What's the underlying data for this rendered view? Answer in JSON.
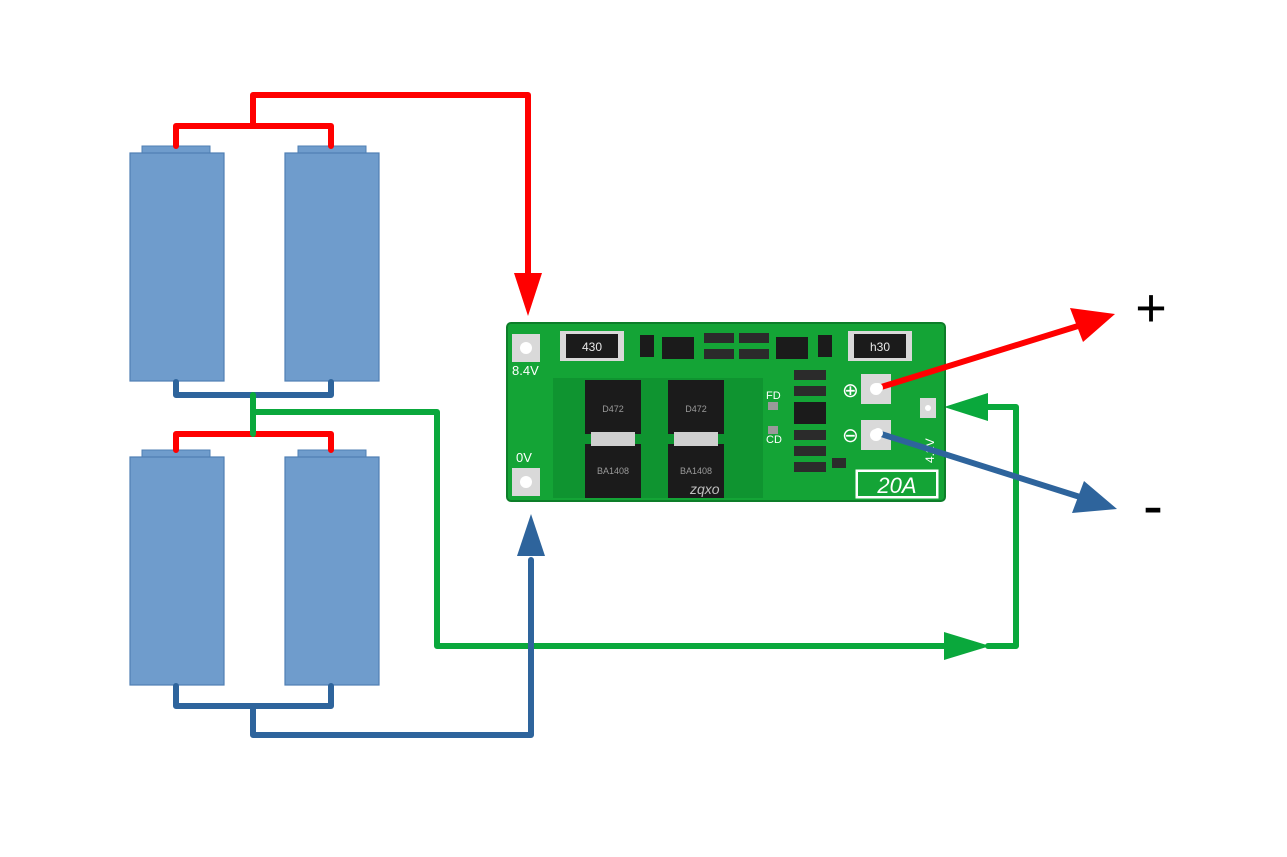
{
  "diagram": {
    "colors": {
      "positive_wire": "#ff0000",
      "negative_wire": "#2e649c",
      "balance_wire": "#0aa83c",
      "battery_fill": "#6f9ccc",
      "battery_border": "#4f7fb3",
      "pcb_green": "#14a436",
      "pcb_dark": "#0d7e29",
      "mosfet_black": "#1b1b1b"
    },
    "terminals": {
      "plus": "+",
      "minus": "-"
    },
    "board": {
      "b_plus_label": "8.4V",
      "b_minus_label": "0V",
      "balance_label": "4.2V",
      "current_rating": "20A",
      "brand_mark": "zqxo",
      "shunt_left_code": "430",
      "shunt_right_code": "h30",
      "fd_label": "FD",
      "cd_label": "CD",
      "mosfet_codes": [
        "D472",
        "D472",
        "BA1408",
        "BA1408"
      ]
    }
  }
}
